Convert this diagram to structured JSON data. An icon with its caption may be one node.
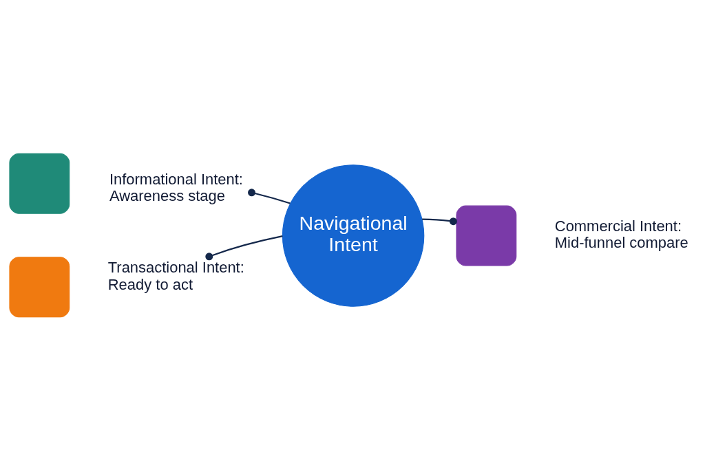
{
  "diagram": {
    "nodes": [
      {
        "text": [],
        "shape": "box"
      },
      {
        "text": [
          "Informational Intent: Awareness stage"
        ]
      },
      {
        "text": [],
        "shape": "box"
      },
      {
        "text": [
          "Commercial Intent: Mid-funnel compare"
        ]
      },
      {
        "text": [
          "Navigational Intent"
        ]
      },
      {
        "text": [],
        "shape": "box"
      },
      {
        "text": [
          "Transactional Intent: Ready to act"
        ]
      }
    ],
    "edges": [
      {
        "from": 4,
        "to": 1,
        "arrow": "other"
      },
      {
        "from": 4,
        "to": 2,
        "arrow": "other"
      },
      {
        "from": 4,
        "to": 6,
        "arrow": "other"
      }
    ]
  }
}
